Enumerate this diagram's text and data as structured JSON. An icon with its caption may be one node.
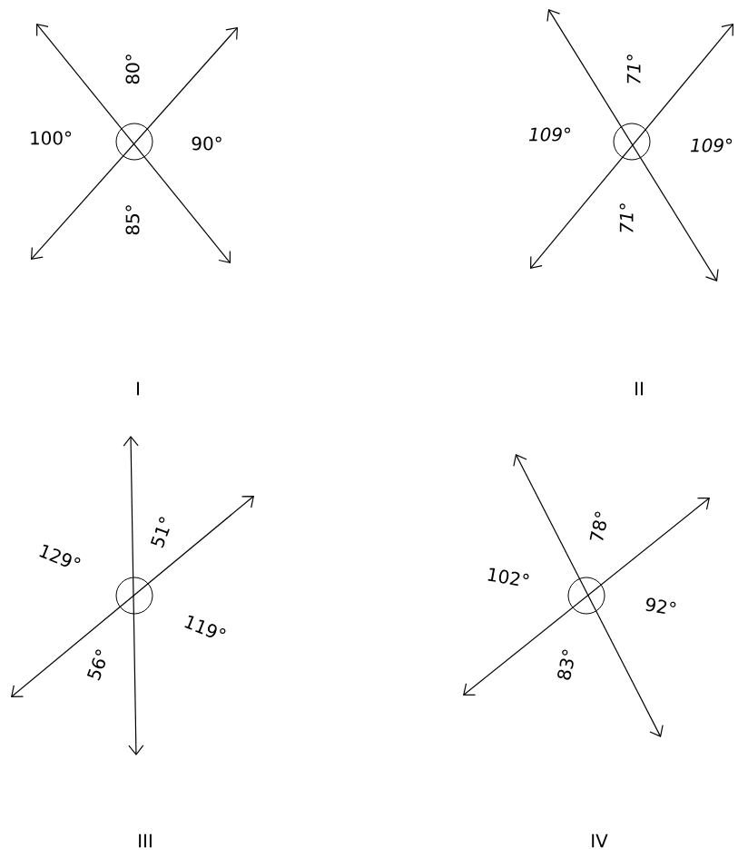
{
  "diagram": {
    "labels": [
      "80°",
      "100°",
      "90°",
      "85°",
      "71°",
      "109°",
      "109°",
      "71°",
      "I",
      "II",
      "51°",
      "129°",
      "119°",
      "56°",
      "78°",
      "102°",
      "92°",
      "83°",
      "III",
      "IV"
    ]
  }
}
